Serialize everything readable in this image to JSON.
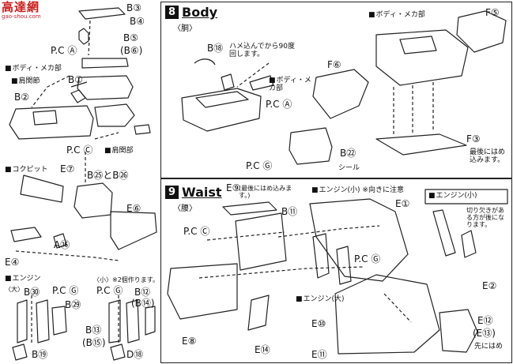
{
  "watermark": {
    "cn": "高達網",
    "url": "gao-shou.com"
  },
  "sections": {
    "s8": {
      "num": "8",
      "title": "Body",
      "subtitle": "〈胴〉"
    },
    "s9": {
      "num": "9",
      "title": "Waist",
      "subtitle": "〈腰〉"
    }
  },
  "left": {
    "b3": "B③",
    "b4": "B④",
    "pca": "P.C Ⓐ",
    "b5": "B⑤",
    "b6": "(B⑥)",
    "body_mecha": "ボディ・メカ部",
    "shoulder": "肩関節",
    "b1": "B①",
    "b2": "B②",
    "pcc": "P.C Ⓒ",
    "shoulder_part": "肩関部",
    "cockpit": "コクピット",
    "e7": "E⑦",
    "b25_26": "B㉕とB㉖",
    "e6": "E⑥",
    "a16": "A⑯",
    "e4": "E④",
    "engine": "エンジン",
    "make2": "〈小〉※2個作ります。",
    "big": "〈大〉",
    "b30": "B㉚",
    "pcg1": "P.C Ⓖ",
    "pcg2": "P.C Ⓖ",
    "b29": "B㉙",
    "b12": "B⑫",
    "b14": "(B⑭)",
    "b13": "B⑬",
    "b15": "(B⑮)",
    "b19": "B⑲",
    "d18": "D⑱"
  },
  "body": {
    "b18": "B⑱",
    "rotate": "ハメ込んでから90度回します。",
    "body_mecha": "ボディ・メカ部",
    "pca": "P.C Ⓐ",
    "pcg": "P.C Ⓖ",
    "b22": "B㉒",
    "seal": "シール",
    "f6": "F⑥",
    "f5": "F⑤",
    "f3": "F③",
    "f3_note": "最後にはめ込みます。",
    "body_mecha2": "ボディ・メカ部"
  },
  "waist": {
    "e9": "E⑨",
    "e9_note": "(最後にはめ込みます。)",
    "pcc": "P.C Ⓒ",
    "e8": "E⑧",
    "b11": "B⑪",
    "engine_small": "エンジン(小) ※向きに注意",
    "e1": "E①",
    "pcg": "P.C Ⓖ",
    "engine_small_box": "エンジン(小)",
    "notch_note": "切り欠きがある方が後になります。",
    "engine_big": "エンジン(大)",
    "e10": "E⑩",
    "e14": "E⑭",
    "e11": "E⑪",
    "e2": "E②",
    "e12": "E⑫",
    "e13": "(E⑬)",
    "first_note": "先にはめ"
  }
}
